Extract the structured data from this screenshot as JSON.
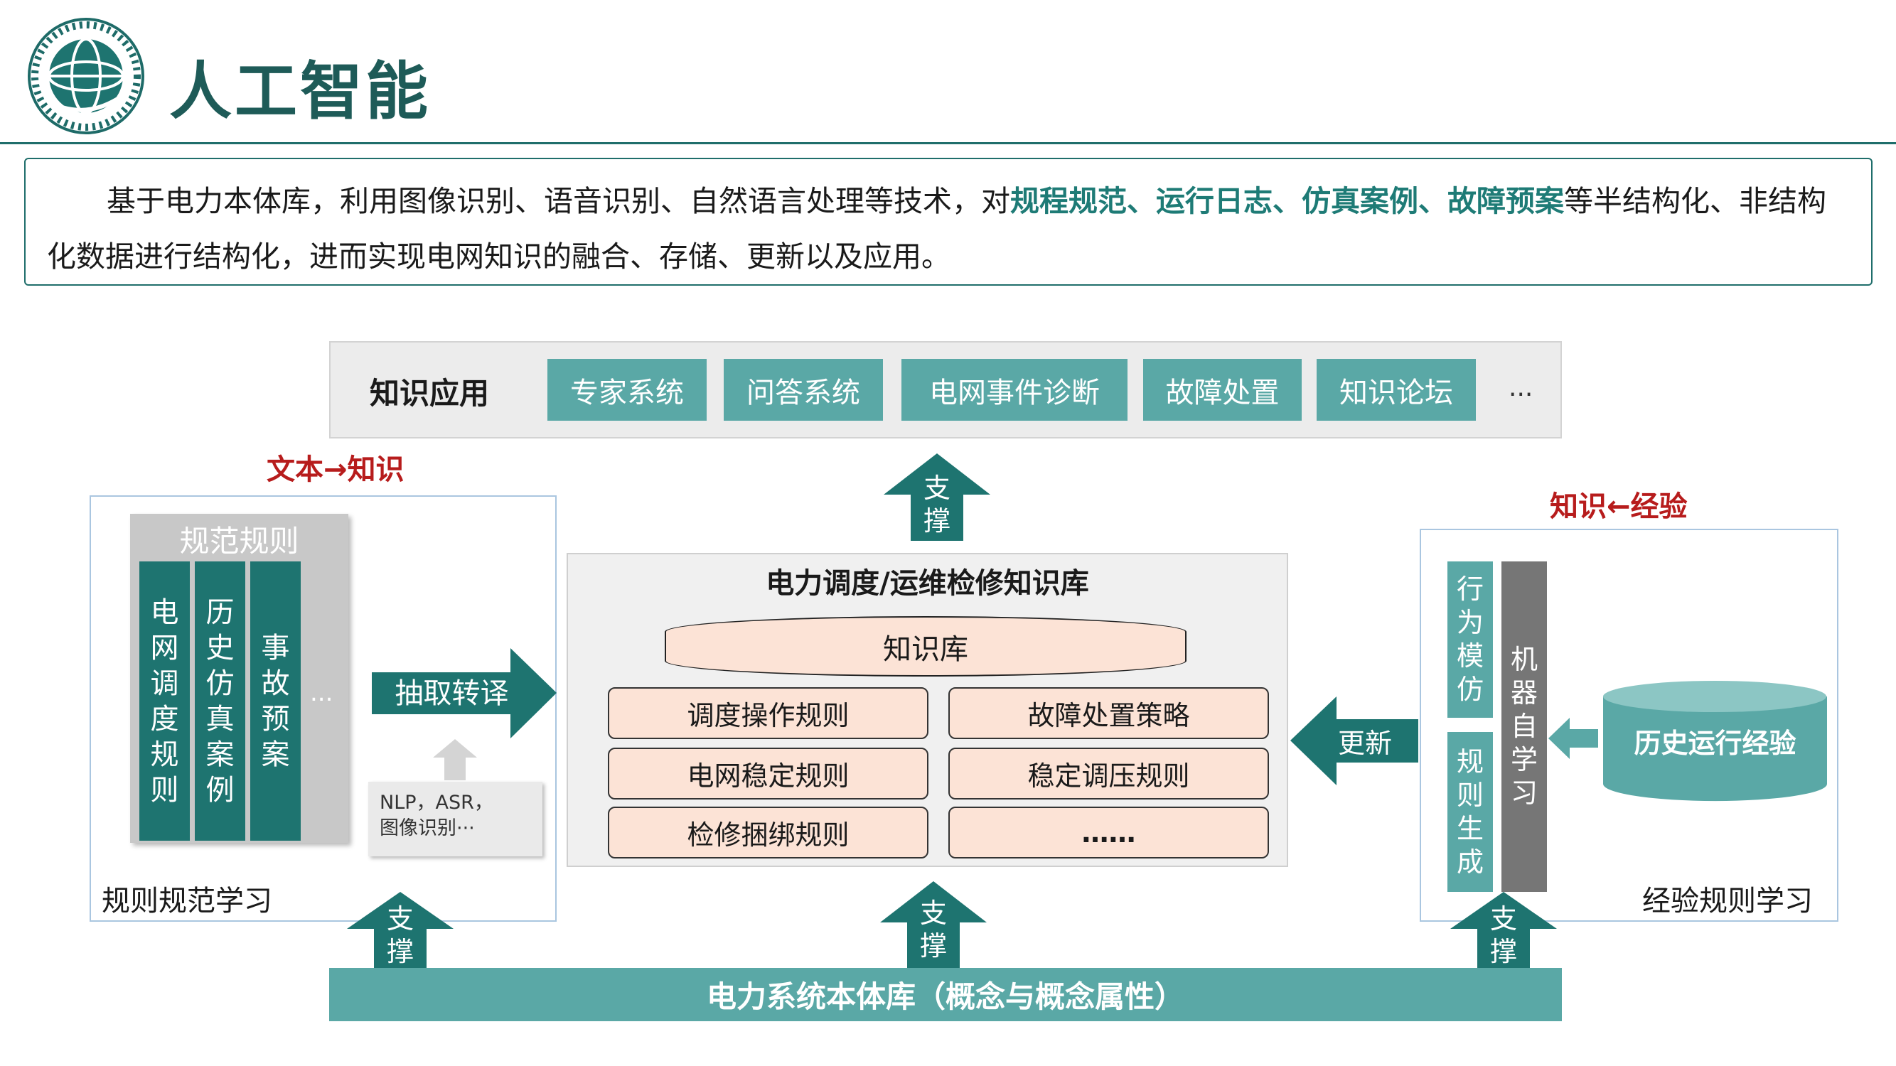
{
  "header": {
    "title": "人工智能"
  },
  "description": {
    "part1": "基于电力本体库，利用图像识别、语音识别、自然语言处理等技术，对",
    "highlight": "规程规范、运行日志、仿真案例、故障预案",
    "part2": "等半结构化、非结构化数据进行结构化，进而实现电网知识的融合、存储、更新以及应用。"
  },
  "knowledge_app": {
    "label": "知识应用",
    "items": [
      "专家系统",
      "问答系统",
      "电网事件诊断",
      "故障处置",
      "知识论坛"
    ],
    "ellipsis": "..."
  },
  "left_panel": {
    "red_label": "文本→知识",
    "box_title": "规范规则",
    "columns": [
      [
        "电",
        "网",
        "调",
        "度",
        "规",
        "则"
      ],
      [
        "历",
        "史",
        "仿",
        "真",
        "案",
        "例"
      ],
      [
        "事",
        "故",
        "预",
        "案"
      ]
    ],
    "dots": "...",
    "extract_label": "抽取转译",
    "nlp_line1": "NLP，ASR，",
    "nlp_line2": "图像识别···",
    "caption": "规则规范学习"
  },
  "center_panel": {
    "title": "电力调度/运维检修知识库",
    "kb_label": "知识库",
    "rules": [
      "调度操作规则",
      "故障处置策略",
      "电网稳定规则",
      "稳定调压规则",
      "检修捆绑规则",
      "……"
    ],
    "support_top": [
      "支",
      "撑"
    ]
  },
  "right_panel": {
    "red_label": "知识←经验",
    "behavior": [
      "行",
      "为",
      "模",
      "仿"
    ],
    "rule_gen": [
      "规",
      "则",
      "生",
      "成"
    ],
    "machine_learning": [
      "机",
      "器",
      "自",
      "学",
      "习"
    ],
    "history_label": "历史运行经验",
    "update_label": "更新",
    "caption": "经验规则学习"
  },
  "bottom": {
    "bar_label": "电力系统本体库（概念与概念属性）",
    "support": [
      "支",
      "撑"
    ]
  },
  "colors": {
    "teal_dark": "#1e7470",
    "teal_light": "#5aa8a6",
    "accent_red": "#b71c1c",
    "peach": "#fce3d6"
  }
}
